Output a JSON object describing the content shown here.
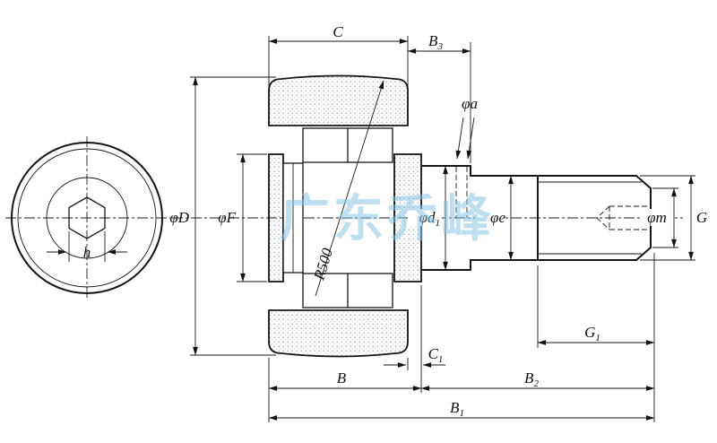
{
  "colors": {
    "line": "#151515",
    "hatch_dots": "#9aa3ad",
    "watermark": "#8ac4e6"
  },
  "watermark": {
    "text": "广东乔峰"
  },
  "labels": {
    "c": "C",
    "b3_main": "B",
    "b3_sub": "3",
    "phi_a": "φa",
    "phi_D": "φD",
    "phi_F": "φF",
    "phi_d1_main": "φd",
    "phi_d1_sub": "1",
    "phi_e": "φe",
    "phi_m": "φm",
    "g": "G",
    "h": "h",
    "r500": "R500",
    "c1_main": "C",
    "c1_sub": "1",
    "g1_main": "G",
    "g1_sub": "1",
    "b": "B",
    "b2_main": "B",
    "b2_sub": "2",
    "b1_main": "B",
    "b1_sub": "1"
  }
}
